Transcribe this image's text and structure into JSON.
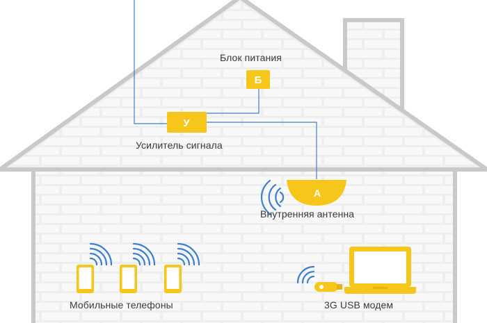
{
  "colors": {
    "wall": "#eeeeee",
    "outline": "#c9c9c9",
    "brick": "#f7f7f7",
    "accent": "#f6c61a",
    "cable": "#3d7fcf",
    "wave": "#3d7fcf",
    "text": "#3a3a3a"
  },
  "labels": {
    "power_unit": "Блок питания",
    "amplifier": "Усилитель сигнала",
    "internal_antenna": "Внутренняя антенна",
    "mobile_phones": "Мобильные телефоны",
    "usb_modem": "3G USB модем"
  },
  "badges": {
    "power_unit": "Б",
    "amplifier": "У",
    "antenna": "А"
  }
}
